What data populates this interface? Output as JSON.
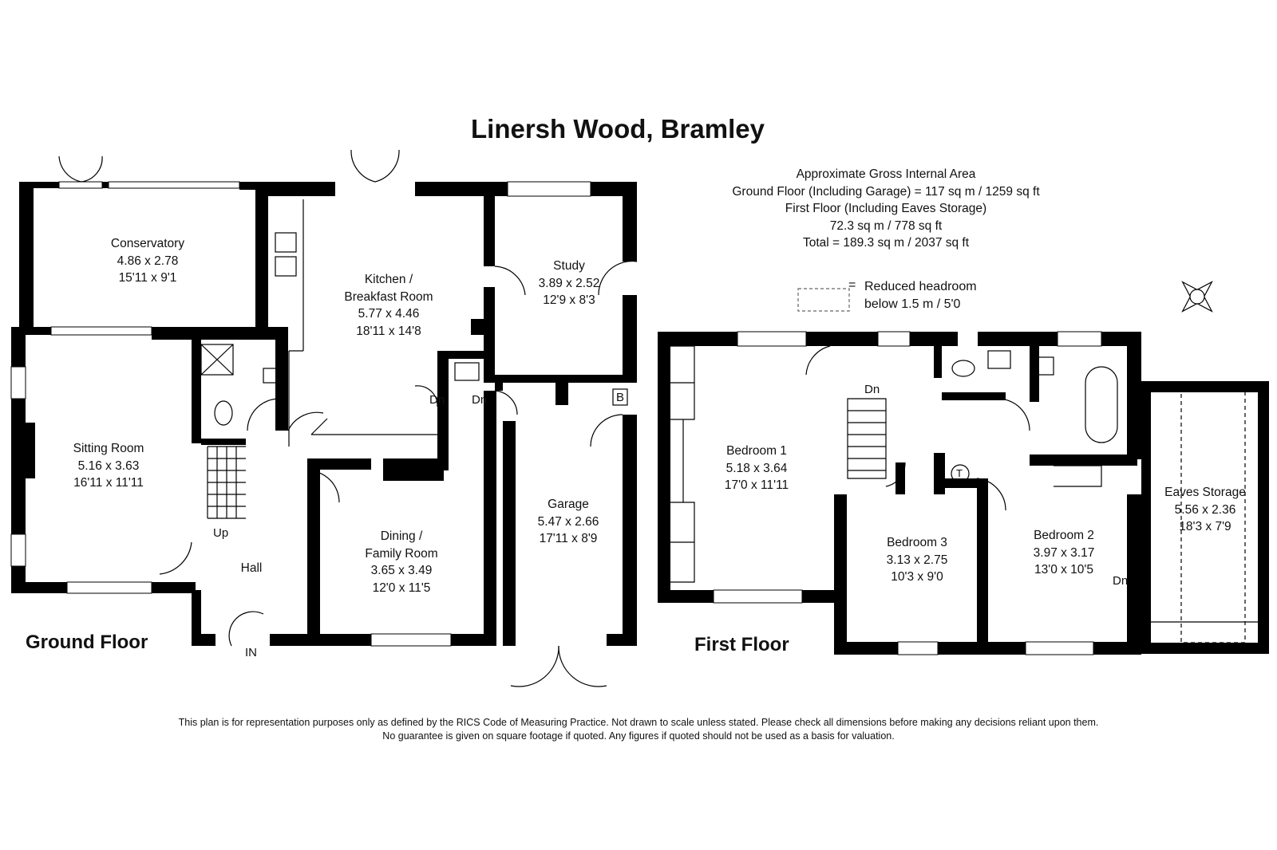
{
  "title": "Linersh Wood, Bramley",
  "area": {
    "heading": "Approximate Gross Internal Area",
    "ground": "Ground Floor (Including Garage) = 117 sq m / 1259 sq ft",
    "first_a": "First Floor (Including Eaves Storage)",
    "first_b": "72.3 sq m / 778 sq ft",
    "total": "Total = 189.3 sq m / 2037 sq ft"
  },
  "legend": {
    "eq": "=",
    "line1": "Reduced headroom",
    "line2": "below 1.5 m / 5'0"
  },
  "floors": {
    "ground": "Ground Floor",
    "first": "First Floor"
  },
  "rooms": {
    "conservatory": {
      "name": "Conservatory",
      "metric": "4.86 x 2.78",
      "imperial": "15'11 x 9'1"
    },
    "kitchen": {
      "name": "Kitchen /",
      "name2": "Breakfast Room",
      "metric": "5.77 x 4.46",
      "imperial": "18'11 x 14'8"
    },
    "study": {
      "name": "Study",
      "metric": "3.89 x 2.52",
      "imperial": "12'9 x 8'3"
    },
    "sitting": {
      "name": "Sitting Room",
      "metric": "5.16 x 3.63",
      "imperial": "16'11 x 11'11"
    },
    "dining": {
      "name": "Dining /",
      "name2": "Family Room",
      "metric": "3.65 x 3.49",
      "imperial": "12'0 x 11'5"
    },
    "garage": {
      "name": "Garage",
      "metric": "5.47 x 2.66",
      "imperial": "17'11 x 8'9"
    },
    "hall": {
      "name": "Hall"
    },
    "bedroom1": {
      "name": "Bedroom 1",
      "metric": "5.18 x 3.64",
      "imperial": "17'0 x 11'11"
    },
    "bedroom3": {
      "name": "Bedroom 3",
      "metric": "3.13 x 2.75",
      "imperial": "10'3 x 9'0"
    },
    "bedroom2": {
      "name": "Bedroom 2",
      "metric": "3.97 x 3.17",
      "imperial": "13'0 x 10'5"
    },
    "eaves": {
      "name": "Eaves Storage",
      "metric": "5.56 x 2.36",
      "imperial": "18'3 x 7'9"
    }
  },
  "marks": {
    "up": "Up",
    "in": "IN",
    "dn1": "Dn",
    "dn2": "Dn",
    "b": "B",
    "dn_first": "Dn",
    "t": "T",
    "dn_eaves": "Dn"
  },
  "disclaimer": {
    "line1": "This plan is for representation purposes only as defined by the RICS Code of Measuring Practice. Not drawn to scale unless stated. Please check all dimensions before making any decisions reliant upon them.",
    "line2": "No guarantee is given on square footage if quoted. Any figures if quoted should not be used as a basis for valuation."
  },
  "icons": [
    "compass-icon",
    "sink-icon",
    "toilet-icon",
    "shower-icon",
    "bath-icon",
    "staircase-icon",
    "door-swing-icon"
  ]
}
